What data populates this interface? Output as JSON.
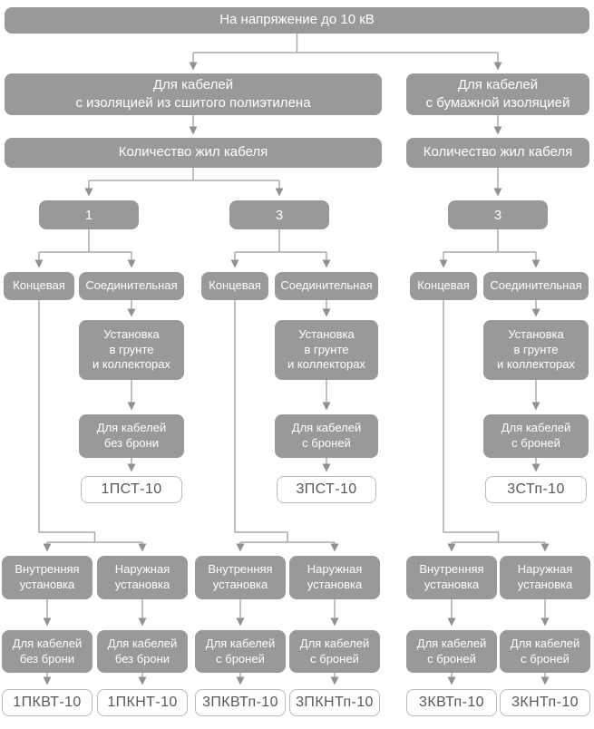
{
  "colors": {
    "node_fill": "#97999b",
    "node_text": "#ffffff",
    "connector": "#a9abad",
    "arrowhead": "#8f9193",
    "result_border": "#b7b9bb",
    "result_text": "#56585a"
  },
  "diagram": {
    "root_label": "На напряжение до 10 кВ",
    "xlpe": {
      "type": "Для кабелей\nс изоляцией из сшитого полиэтилена",
      "cores_header": "Количество жил кабеля",
      "one_core": {
        "num": "1",
        "terminal": "Концевая",
        "joint": "Соединительная",
        "joint_install": "Установка\nв грунте\nи коллекторах",
        "joint_armor": "Для кабелей\nбез брони",
        "joint_result": "1ПСТ-10",
        "indoor": "Внутренняя\nустановка",
        "outdoor": "Наружная\nустановка",
        "indoor_armor": "Для кабелей\nбез брони",
        "outdoor_armor": "Для кабелей\nбез брони",
        "indoor_result": "1ПКВТ-10",
        "outdoor_result": "1ПКНТ-10"
      },
      "three_core": {
        "num": "3",
        "terminal": "Концевая",
        "joint": "Соединительная",
        "joint_install": "Установка\nв грунте\nи коллекторах",
        "joint_armor": "Для кабелей\nс броней",
        "joint_result": "3ПСТ-10",
        "indoor": "Внутренняя\nустановка",
        "outdoor": "Наружная\nустановка",
        "indoor_armor": "Для кабелей\nс броней",
        "outdoor_armor": "Для кабелей\nс броней",
        "indoor_result": "3ПКВТп-10",
        "outdoor_result": "3ПКНТп-10"
      }
    },
    "paper": {
      "type": "Для кабелей\nс бумажной изоляцией",
      "cores_header": "Количество жил кабеля",
      "three_core": {
        "num": "3",
        "terminal": "Концевая",
        "joint": "Соединительная",
        "joint_install": "Установка\nв грунте\nи коллекторах",
        "joint_armor": "Для кабелей\nс броней",
        "joint_result": "3СТп-10",
        "indoor": "Внутренняя\nустановка",
        "outdoor": "Наружная\nустановка",
        "indoor_armor": "Для кабелей\nс броней",
        "outdoor_armor": "Для кабелей\nс броней",
        "indoor_result": "3КВТп-10",
        "outdoor_result": "3КНТп-10"
      }
    }
  }
}
